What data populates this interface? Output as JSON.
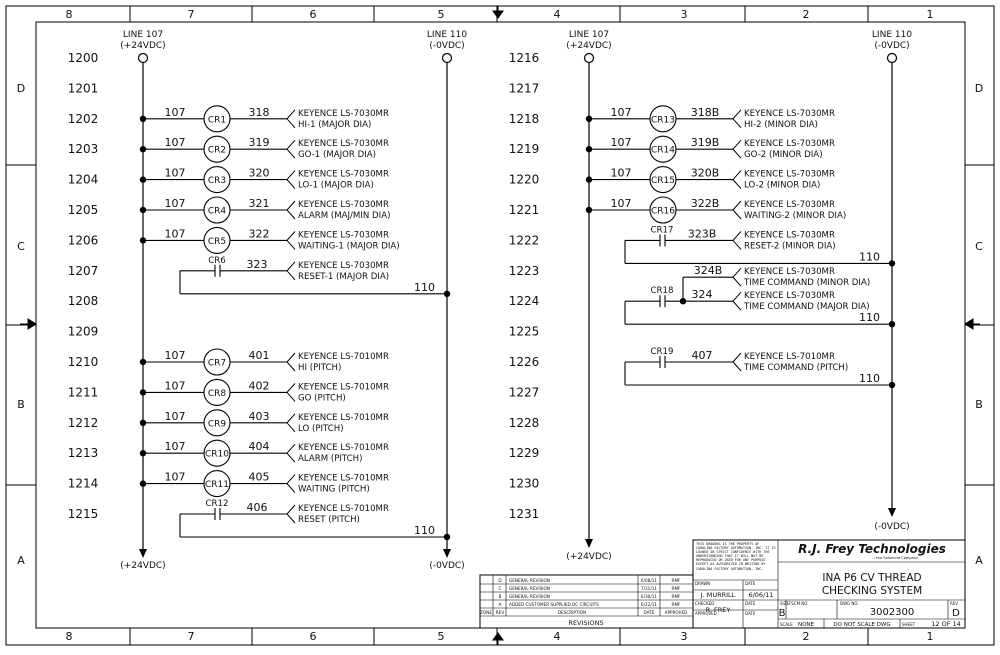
{
  "columns": [
    "8",
    "7",
    "6",
    "5",
    "4",
    "3",
    "2",
    "1"
  ],
  "rows": [
    "D",
    "C",
    "B",
    "A"
  ],
  "left_rails": {
    "l107_label": "LINE 107",
    "l107_sub": "(+24VDC)",
    "l110_label": "LINE 110",
    "l110_sub": "(-0VDC)",
    "l107_bottom": "(+24VDC)",
    "l110_bottom": "(-0VDC)"
  },
  "right_rails": {
    "l107_label": "LINE 107",
    "l107_sub": "(+24VDC)",
    "l110_label": "LINE 110",
    "l110_sub": "(-0VDC)",
    "l107_bottom": "(+24VDC)",
    "l110_bottom": "(-0VDC)"
  },
  "left_lines": [
    "1200",
    "1201",
    "1202",
    "1203",
    "1204",
    "1205",
    "1206",
    "1207",
    "1208",
    "1209",
    "1210",
    "1211",
    "1212",
    "1213",
    "1214",
    "1215"
  ],
  "right_lines": [
    "1216",
    "1217",
    "1218",
    "1219",
    "1220",
    "1221",
    "1222",
    "1223",
    "1224",
    "1225",
    "1226",
    "1227",
    "1228",
    "1229",
    "1230",
    "1231"
  ],
  "left_coil_rungs": [
    {
      "row": 2,
      "wire": "107",
      "coil": "CR1",
      "out": "318",
      "l1": "KEYENCE LS-7030MR",
      "l2": "HI-1 (MAJOR DIA)"
    },
    {
      "row": 3,
      "wire": "107",
      "coil": "CR2",
      "out": "319",
      "l1": "KEYENCE LS-7030MR",
      "l2": "GO-1 (MAJOR DIA)"
    },
    {
      "row": 4,
      "wire": "107",
      "coil": "CR3",
      "out": "320",
      "l1": "KEYENCE LS-7030MR",
      "l2": "LO-1 (MAJOR DIA)"
    },
    {
      "row": 5,
      "wire": "107",
      "coil": "CR4",
      "out": "321",
      "l1": "KEYENCE LS-7030MR",
      "l2": "ALARM (MAJ/MIN DIA)"
    },
    {
      "row": 6,
      "wire": "107",
      "coil": "CR5",
      "out": "322",
      "l1": "KEYENCE LS-7030MR",
      "l2": "WAITING-1 (MAJOR DIA)"
    },
    {
      "row": 10,
      "wire": "107",
      "coil": "CR7",
      "out": "401",
      "l1": "KEYENCE LS-7010MR",
      "l2": "HI (PITCH)"
    },
    {
      "row": 11,
      "wire": "107",
      "coil": "CR8",
      "out": "402",
      "l1": "KEYENCE LS-7010MR",
      "l2": "GO (PITCH)"
    },
    {
      "row": 12,
      "wire": "107",
      "coil": "CR9",
      "out": "403",
      "l1": "KEYENCE LS-7010MR",
      "l2": "LO (PITCH)"
    },
    {
      "row": 13,
      "wire": "107",
      "coil": "CR10",
      "out": "404",
      "l1": "KEYENCE LS-7010MR",
      "l2": "ALARM (PITCH)"
    },
    {
      "row": 14,
      "wire": "107",
      "coil": "CR11",
      "out": "405",
      "l1": "KEYENCE LS-7010MR",
      "l2": "WAITING (PITCH)"
    }
  ],
  "left_contact_rungs": [
    {
      "row": 7,
      "contact": "CR6",
      "out": "323",
      "l1": "KEYENCE LS-7030MR",
      "l2": "RESET-1 (MAJOR DIA)",
      "ret": "110"
    },
    {
      "row": 15,
      "contact": "CR12",
      "out": "406",
      "l1": "KEYENCE LS-7010MR",
      "l2": "RESET (PITCH)",
      "ret": "110"
    }
  ],
  "right_coil_rungs": [
    {
      "row": 2,
      "wire": "107",
      "coil": "CR13",
      "out": "318B",
      "l1": "KEYENCE LS-7030MR",
      "l2": "HI-2 (MINOR DIA)"
    },
    {
      "row": 3,
      "wire": "107",
      "coil": "CR14",
      "out": "319B",
      "l1": "KEYENCE LS-7030MR",
      "l2": "GO-2 (MINOR DIA)"
    },
    {
      "row": 4,
      "wire": "107",
      "coil": "CR15",
      "out": "320B",
      "l1": "KEYENCE LS-7030MR",
      "l2": "LO-2 (MINOR DIA)"
    },
    {
      "row": 5,
      "wire": "107",
      "coil": "CR16",
      "out": "322B",
      "l1": "KEYENCE LS-7030MR",
      "l2": "WAITING-2 (MINOR DIA)"
    }
  ],
  "right_contact_rungs": [
    {
      "row": 6,
      "contact": "CR17",
      "out": "323B",
      "l1": "KEYENCE LS-7030MR",
      "l2": "RESET-2 (MINOR DIA)",
      "ret": "110"
    },
    {
      "row": 8,
      "contact": "CR18",
      "out": "324",
      "l1": "KEYENCE LS-7030MR",
      "l2": "TIME COMMAND (MAJOR DIA)",
      "ret": "110",
      "branch_out": "324B",
      "branch_l1": "KEYENCE LS-7030MR",
      "branch_l2": "TIME COMMAND (MINOR DIA)"
    },
    {
      "row": 10,
      "contact": "CR19",
      "out": "407",
      "l1": "KEYENCE LS-7010MR",
      "l2": "TIME COMMAND (PITCH)",
      "ret": "110"
    }
  ],
  "revisions": {
    "rows": [
      {
        "rev": "D",
        "desc": "GENERAL REVISION",
        "date": "6/08/11",
        "by": "RMF"
      },
      {
        "rev": "C",
        "desc": "GENERAL REVISION",
        "date": "7/31/11",
        "by": "RMF"
      },
      {
        "rev": "B",
        "desc": "GENERAL REVISION",
        "date": "6/30/11",
        "by": "RMF"
      },
      {
        "rev": "A",
        "desc": "ADDED CUSTOMER SUPPLIED DC CIRCUITS",
        "date": "6/22/11",
        "by": "RMF"
      }
    ],
    "h_zone": "ZONE",
    "h_rev": "REV",
    "h_desc": "DESCRIPTION",
    "h_date": "DATE",
    "h_appr": "APPROVED",
    "title": "REVISIONS"
  },
  "title_block": {
    "company": "R.J. Frey Technologies",
    "company_sub": "... the Solomind Company",
    "title1": "INA P6 CV THREAD",
    "title2": "CHECKING SYSTEM",
    "notice": "THIS DRAWING IS THE PROPERTY OF CAROLINA FACTORY AUTOMATION, INC. IT IS LOANED IN STRICT CONFIDENCE WITH THE UNDERSTANDING THAT IT WILL NOT BE REPRODUCED OR USED FOR ANY PURPOSE EXCEPT AS AUTHORIZED IN WRITING BY CAROLINA FACTORY AUTOMATION, INC.",
    "drawn_label": "DRAWN",
    "drawn": "J. MURRILL",
    "date_label": "DATE",
    "date": "6/06/11",
    "checked_label": "CHECKED",
    "checked": "R. FREY",
    "approved_label": "APPROVED",
    "size_label": "SIZE",
    "size": "B",
    "fscm_label": "FSCM NO.",
    "dwg_label": "DWG NO.",
    "dwg_no": "3002300",
    "rev_label": "REV",
    "rev": "D",
    "scale_label": "SCALE",
    "scale": "NONE",
    "noscale": "DO NOT SCALE DWG",
    "sheet_label": "SHEET",
    "sheet": "12 OF 14"
  }
}
